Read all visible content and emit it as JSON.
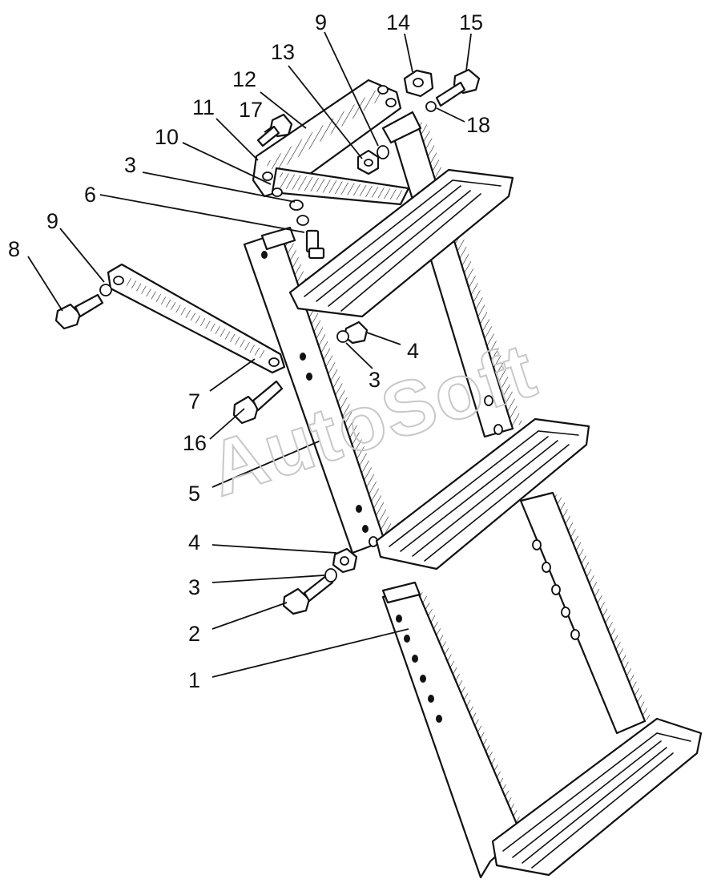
{
  "watermark": "AutoSoft",
  "callouts": {
    "c1": "1",
    "c2": "2",
    "c3a": "3",
    "c3b": "3",
    "c3c": "3",
    "c4a": "4",
    "c4b": "4",
    "c5": "5",
    "c6": "6",
    "c7": "7",
    "c8": "8",
    "c9a": "9",
    "c9b": "9",
    "c10": "10",
    "c11": "11",
    "c12": "12",
    "c13": "13",
    "c14": "14",
    "c15": "15",
    "c16": "16",
    "c17": "17",
    "c18": "18"
  },
  "colors": {
    "ink": "#111111",
    "paper": "#ffffff",
    "watermark": "#c8c8c8"
  }
}
